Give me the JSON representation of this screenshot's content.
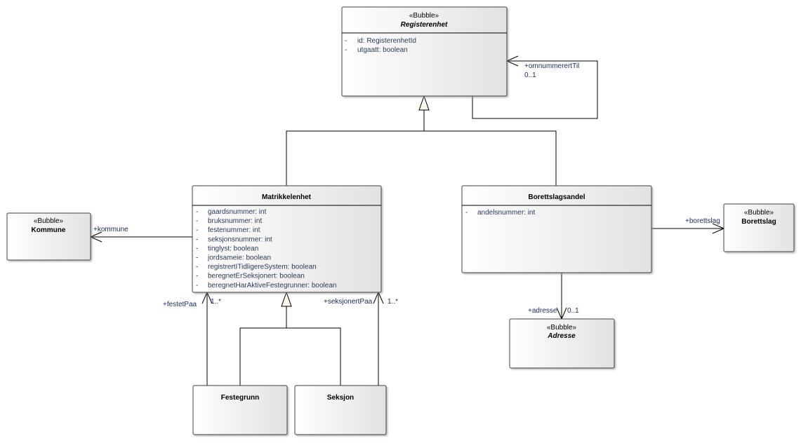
{
  "classes": {
    "registerenhet": {
      "stereotype": "«Bubble»",
      "name": "Registerenhet",
      "attributes": [
        "id: RegisterenhetId",
        "utgaatt: boolean"
      ]
    },
    "matrikkelenhet": {
      "name": "Matrikkelenhet",
      "attributes": [
        "gaardsnummer: int",
        "bruksnummer: int",
        "festenummer: int",
        "seksjonsnummer: int",
        "tinglyst: boolean",
        "jordsameie: boolean",
        "registrertITidligereSystem: boolean",
        "beregnetErSeksjonert: boolean",
        "beregnetHarAktiveFestegrunner: boolean"
      ]
    },
    "borettslagsandel": {
      "name": "Borettslagsandel",
      "attributes": [
        "andelsnummer: int"
      ]
    },
    "kommune": {
      "stereotype": "«Bubble»",
      "name": "Kommune"
    },
    "borettslag": {
      "stereotype": "«Bubble»",
      "name": "Borettslag"
    },
    "adresse": {
      "stereotype": "«Bubble»",
      "name": "Adresse"
    },
    "festegrunn": {
      "name": "Festegrunn"
    },
    "seksjon": {
      "name": "Seksjon"
    }
  },
  "visibility": "-",
  "associations": {
    "omnummerertTil": {
      "role": "+omnummerertTil",
      "multiplicity": "0..1"
    },
    "kommune": {
      "role": "+kommune"
    },
    "borettslag": {
      "role": "+borettslag"
    },
    "adresse": {
      "role": "+adresse",
      "multiplicity": "0..1"
    },
    "festetPaa": {
      "role": "+festetPaa",
      "multiplicity": "1..*"
    },
    "seksjonertPaa": {
      "role": "+seksjonertPaa",
      "multiplicity": "1..*"
    }
  }
}
